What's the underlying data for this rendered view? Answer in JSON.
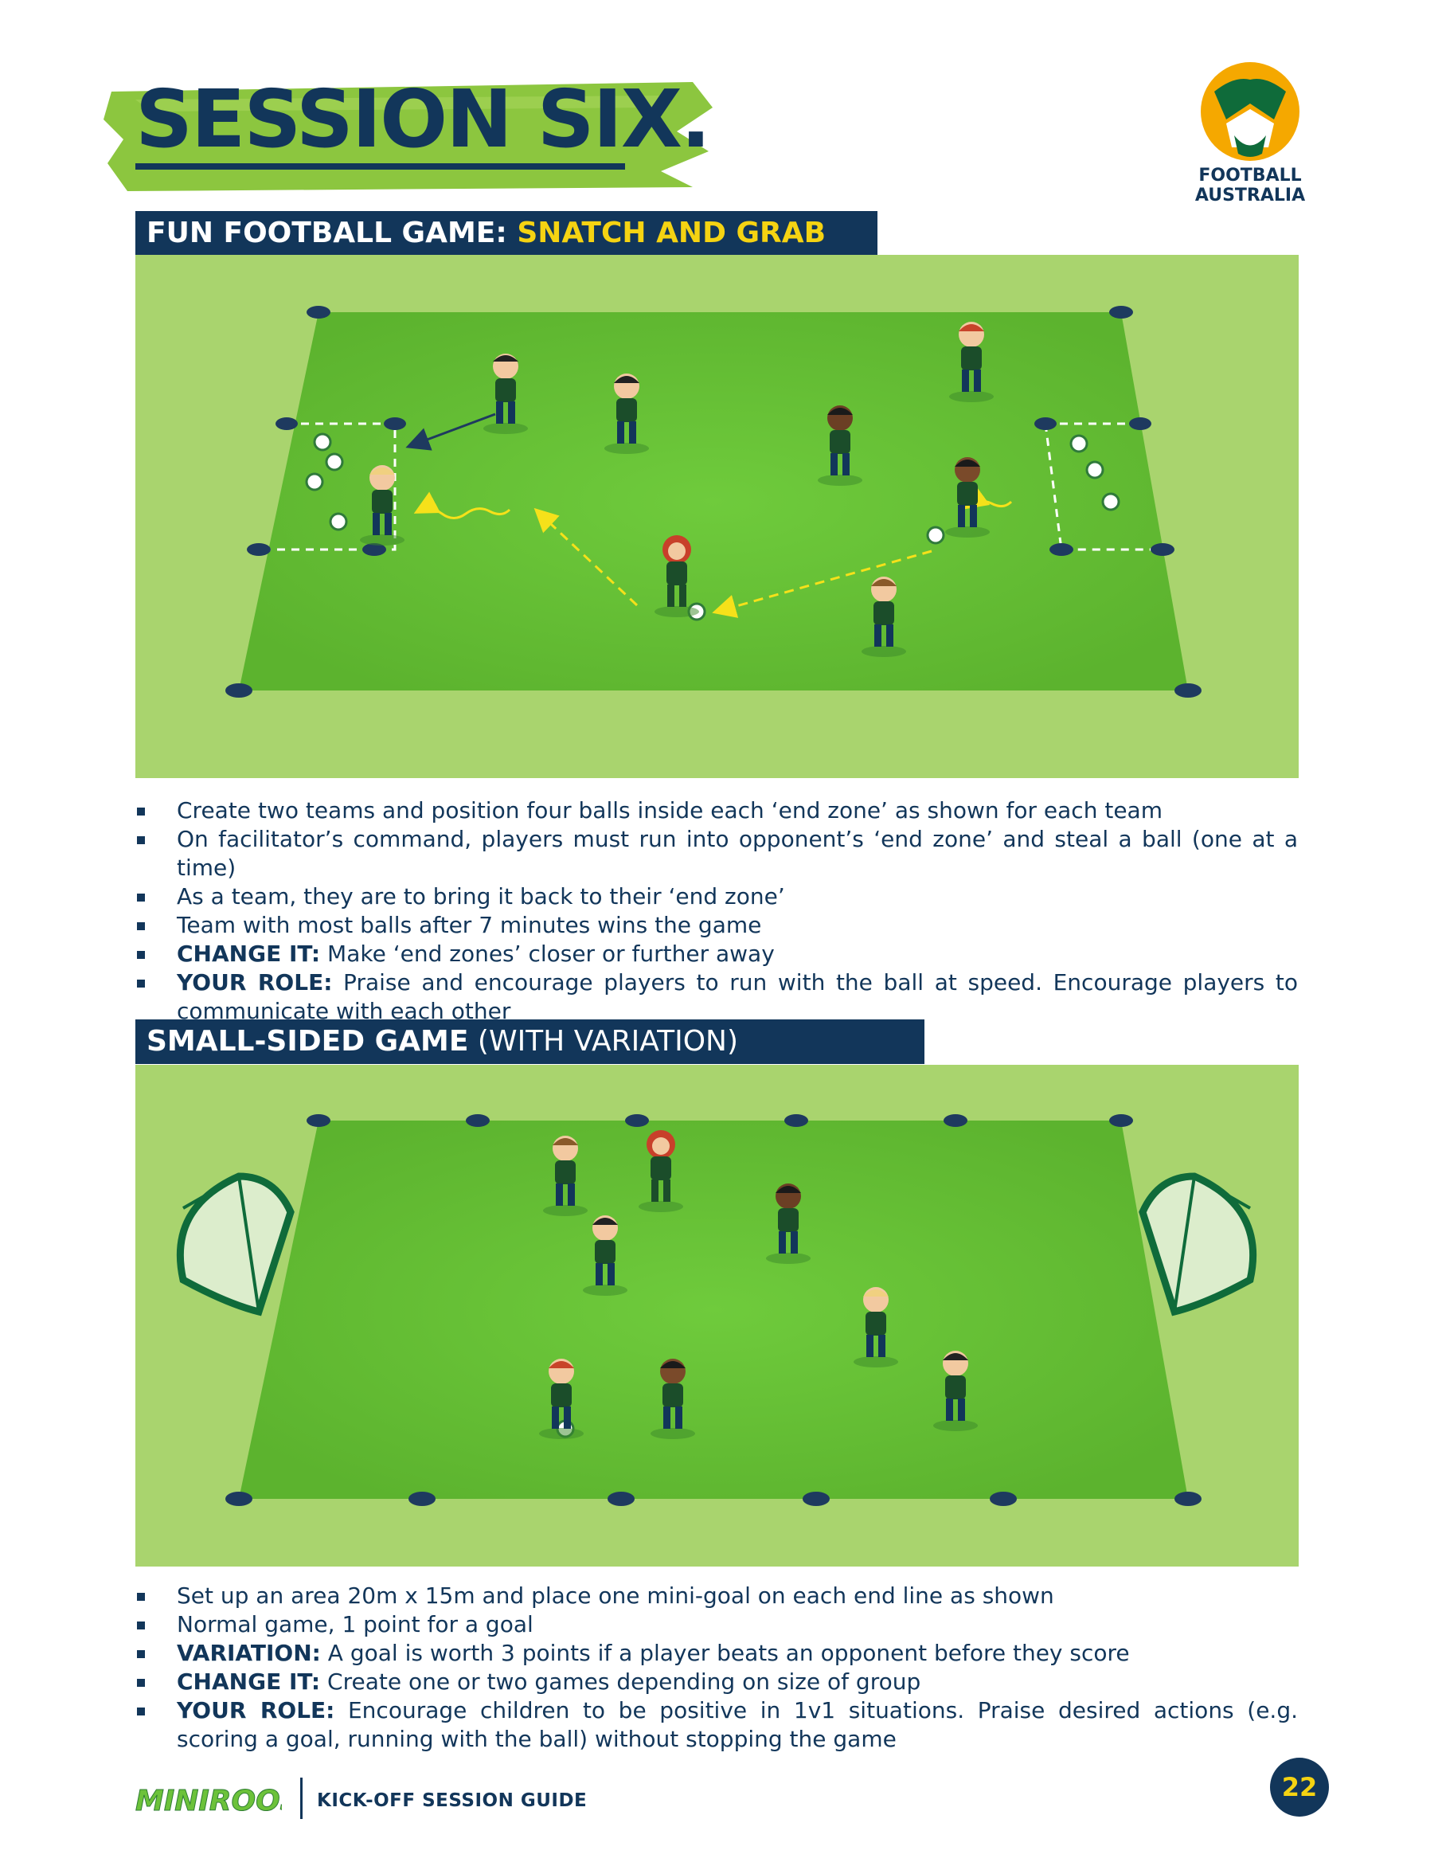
{
  "header": {
    "title": "SESSION SIX.",
    "logo_text_line1": "FOOTBALL",
    "logo_text_line2": "AUSTRALIA"
  },
  "section1": {
    "heading_prefix": "FUN FOOTBALL GAME: ",
    "heading_accent": "SNATCH AND GRAB",
    "bullets": [
      {
        "label": "",
        "text": "Create two teams and position four balls inside each ‘end zone’ as shown for each team"
      },
      {
        "label": "",
        "text": "On facilitator’s command, players must run into opponent’s ‘end zone’ and steal a ball (one at a time)"
      },
      {
        "label": "",
        "text": "As a team, they are to bring it back to their ‘end zone’"
      },
      {
        "label": "",
        "text": "Team with most balls after 7 minutes wins the game"
      },
      {
        "label": "CHANGE IT:",
        "text": " Make ‘end zones’ closer or further away"
      },
      {
        "label": "YOUR ROLE:",
        "text": " Praise and encourage players to run with the ball at speed. Encourage players to communicate with each other"
      }
    ]
  },
  "section2": {
    "heading_main": "SMALL-SIDED GAME",
    "heading_light": " (WITH VARIATION)",
    "bullets": [
      {
        "label": "",
        "text": "Set up an area 20m x 15m and place one mini-goal on each end line as shown"
      },
      {
        "label": "",
        "text": "Normal game, 1 point for a goal"
      },
      {
        "label": "VARIATION:",
        "text": " A goal is worth 3 points if a player beats an opponent before they score"
      },
      {
        "label": "CHANGE IT:",
        "text": " Create one or two games depending on size of group"
      },
      {
        "label": "YOUR ROLE:",
        "text": " Encourage children to be positive in 1v1 situations. Praise desired actions (e.g. scoring a goal, running with the ball) without stopping the game"
      }
    ]
  },
  "footer": {
    "brand": "MINIROOS",
    "guide": "KICK-OFF SESSION GUIDE",
    "page": "22"
  },
  "colors": {
    "navy": "#12365a",
    "yellow": "#f5d312",
    "pitch_outer": "#a9d46e",
    "pitch_inner": "#6cc23a",
    "brush_green": "#8cc63f"
  }
}
